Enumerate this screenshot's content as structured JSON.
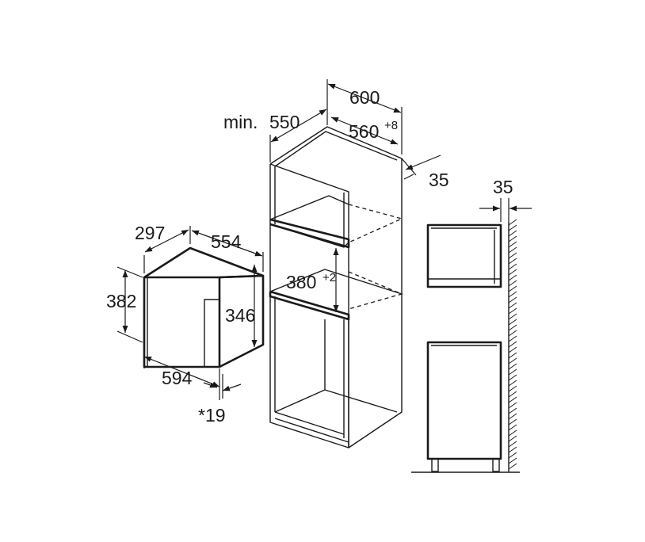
{
  "labels": {
    "oven_depth": "297",
    "oven_width": "554",
    "oven_height": "382",
    "oven_inner_height": "346",
    "oven_front_width": "594",
    "oven_offset": "*19",
    "cab_width": "600",
    "cab_min_depth_prefix": "min.",
    "cab_min_depth": "550",
    "niche_width": "560",
    "niche_width_tol": "+8",
    "back_gap": "35",
    "niche_height": "380",
    "niche_height_tol": "+2",
    "side_gap": "35"
  }
}
